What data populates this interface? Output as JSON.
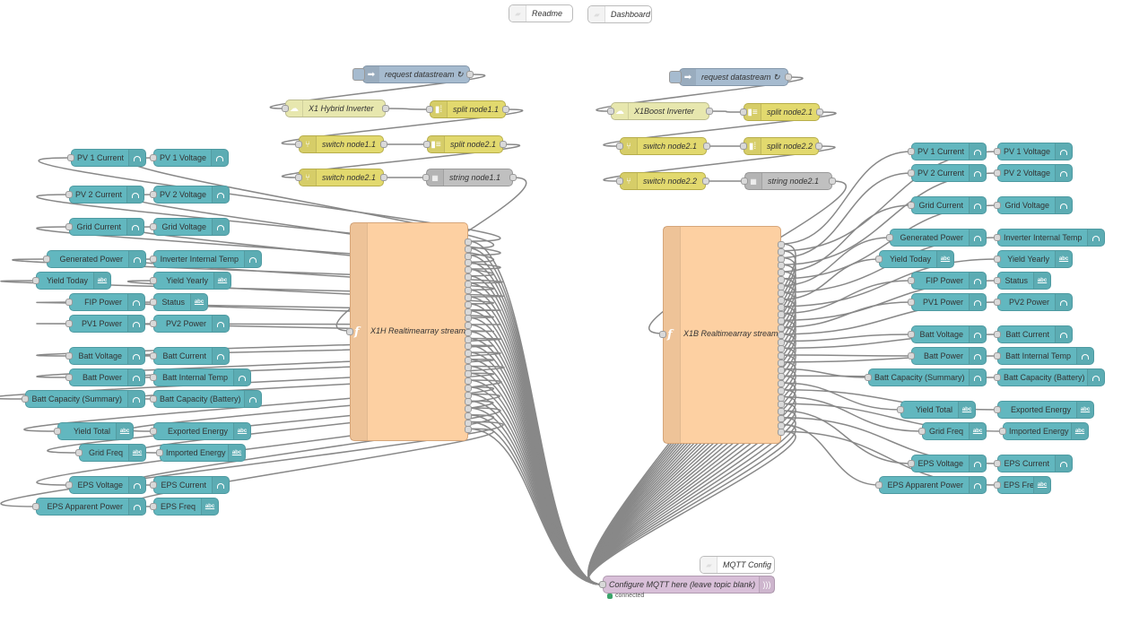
{
  "comments": {
    "readme": "Readme",
    "dashboard": "Dashboard",
    "mqtt_config": "MQTT Config"
  },
  "flow_left": {
    "inject": "request datastream ↻",
    "inverter": "X1 Hybrid Inverter",
    "split1": "split node1.1",
    "switch1": "switch node1.1",
    "split2": "split node2.1",
    "switch2": "switch node2.1",
    "string1": "string node1.1",
    "function": "X1H Realtimearray stream"
  },
  "flow_right": {
    "inject": "request datastream ↻",
    "inverter": "X1Boost Inverter",
    "split1": "split node2.1",
    "switch1": "switch node2.1",
    "split2": "split node2.2",
    "switch2": "switch node2.2",
    "string1": "string node2.1",
    "function": "X1B Realtimearray stream"
  },
  "mqtt": {
    "label": "Configure MQTT here (leave topic blank)",
    "status": "connected",
    "status_color": "#3ba46b"
  },
  "left_widgets": [
    {
      "label": "PV 1 Current",
      "type": "gauge"
    },
    {
      "label": "PV 1 Voltage",
      "type": "gauge"
    },
    {
      "label": "PV 2 Current",
      "type": "gauge"
    },
    {
      "label": "PV 2 Voltage",
      "type": "gauge"
    },
    {
      "label": "Grid Current",
      "type": "gauge"
    },
    {
      "label": "Grid Voltage",
      "type": "gauge"
    },
    {
      "label": "Generated Power",
      "type": "gauge"
    },
    {
      "label": "Inverter Internal Temp",
      "type": "gauge"
    },
    {
      "label": "Yield Today",
      "type": "text"
    },
    {
      "label": "Yield Yearly",
      "type": "text"
    },
    {
      "label": "FIP Power",
      "type": "gauge"
    },
    {
      "label": "Status",
      "type": "text"
    },
    {
      "label": "PV1 Power",
      "type": "gauge"
    },
    {
      "label": "PV2 Power",
      "type": "gauge"
    },
    {
      "label": "Batt Voltage",
      "type": "gauge"
    },
    {
      "label": "Batt Current",
      "type": "gauge"
    },
    {
      "label": "Batt Power",
      "type": "gauge"
    },
    {
      "label": "Batt Internal Temp",
      "type": "gauge"
    },
    {
      "label": "Batt Capacity (Summary)",
      "type": "gauge"
    },
    {
      "label": "Batt Capacity (Battery)",
      "type": "gauge"
    },
    {
      "label": "Yield Total",
      "type": "text"
    },
    {
      "label": "Exported Energy",
      "type": "text"
    },
    {
      "label": "Grid Freq",
      "type": "text"
    },
    {
      "label": "Imported Energy",
      "type": "text"
    },
    {
      "label": "EPS Voltage",
      "type": "gauge"
    },
    {
      "label": "EPS Current",
      "type": "gauge"
    },
    {
      "label": "EPS Apparent Power",
      "type": "gauge"
    },
    {
      "label": "EPS Freq",
      "type": "text"
    }
  ],
  "right_widgets": [
    {
      "label": "PV 1 Current",
      "type": "gauge"
    },
    {
      "label": "PV 1 Voltage",
      "type": "gauge"
    },
    {
      "label": "PV 2 Current",
      "type": "gauge"
    },
    {
      "label": "PV 2 Voltage",
      "type": "gauge"
    },
    {
      "label": "Grid Current",
      "type": "gauge"
    },
    {
      "label": "Grid Voltage",
      "type": "gauge"
    },
    {
      "label": "Generated Power",
      "type": "gauge"
    },
    {
      "label": "Inverter Internal Temp",
      "type": "gauge"
    },
    {
      "label": "Yield Today",
      "type": "text"
    },
    {
      "label": "Yield Yearly",
      "type": "text"
    },
    {
      "label": "FIP Power",
      "type": "gauge"
    },
    {
      "label": "Status",
      "type": "text"
    },
    {
      "label": "PV1 Power",
      "type": "gauge"
    },
    {
      "label": "PV2 Power",
      "type": "gauge"
    },
    {
      "label": "Batt Voltage",
      "type": "gauge"
    },
    {
      "label": "Batt Current",
      "type": "gauge"
    },
    {
      "label": "Batt Power",
      "type": "gauge"
    },
    {
      "label": "Batt Internal Temp",
      "type": "gauge"
    },
    {
      "label": "Batt Capacity (Summary)",
      "type": "gauge"
    },
    {
      "label": "Batt Capacity (Battery)",
      "type": "gauge"
    },
    {
      "label": "Yield Total",
      "type": "text"
    },
    {
      "label": "Exported Energy",
      "type": "text"
    },
    {
      "label": "Grid Freq",
      "type": "text"
    },
    {
      "label": "Imported Energy",
      "type": "text"
    },
    {
      "label": "EPS Voltage",
      "type": "gauge"
    },
    {
      "label": "EPS Current",
      "type": "gauge"
    },
    {
      "label": "EPS Apparent Power",
      "type": "gauge"
    },
    {
      "label": "EPS Freq",
      "type": "text"
    }
  ]
}
